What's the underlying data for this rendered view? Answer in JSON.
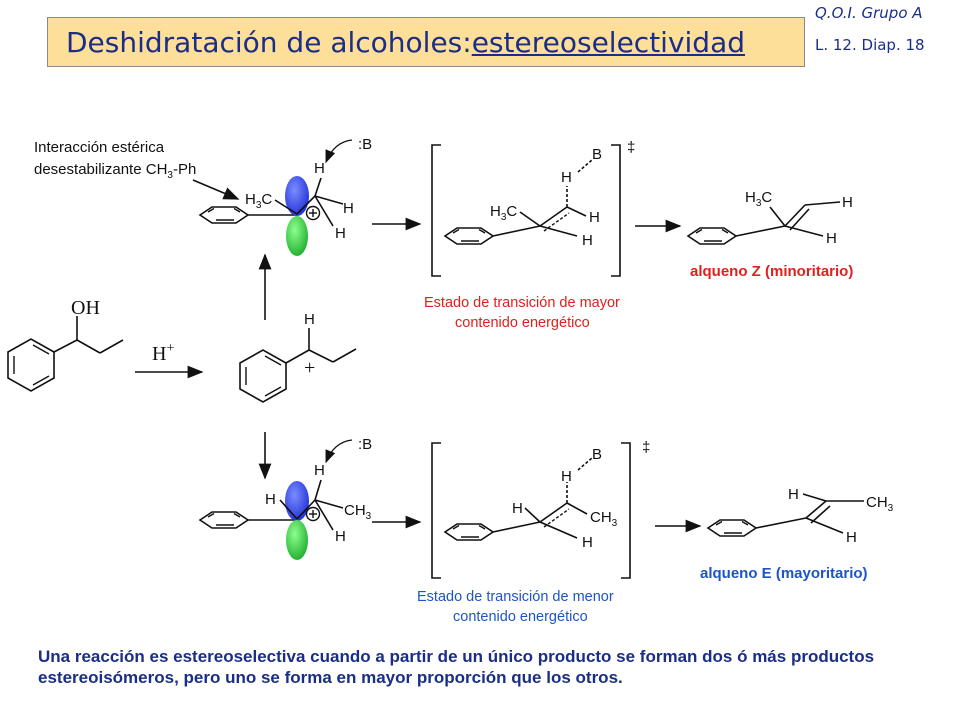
{
  "header": {
    "title_main": "Deshidratación de alcoholes:",
    "title_underlined": "estereoselectividad",
    "course": "Q.O.I. Grupo A",
    "slide": "L. 12. Diap.  18"
  },
  "annotation": {
    "line1": "Interacción estérica",
    "line2": "desestabilizante CH",
    "line2_sub": "3",
    "line2_tail": "-Ph"
  },
  "reagent": {
    "proton": "H",
    "charge": "+"
  },
  "alcohol": {
    "oh": "OH"
  },
  "carbocation": {
    "h": "H",
    "plus": "+"
  },
  "labels": {
    "base": ":B",
    "base_ts": "B",
    "dagger": "‡",
    "h": "H",
    "h3c": "H",
    "h3c_sub": "3",
    "h3c_tail": "C",
    "ch3": "CH",
    "ch3_sub": "3"
  },
  "top_path": {
    "ts_line1": "Estado de transición de mayor",
    "ts_line2": "contenido energético",
    "product": "alqueno Z (minoritario)"
  },
  "bottom_path": {
    "ts_line1": "Estado de transición de menor",
    "ts_line2": "contenido energético",
    "product": "alqueno E (mayoritario)"
  },
  "footnote": "Una reacción es estereoselectiva cuando a partir de un único producto se forman dos ó más productos estereoisómeros, pero uno se forma en mayor proporción que los otros.",
  "colors": {
    "title_bg": "#fedf9a",
    "title_text": "#1b2e86",
    "red": "#e0201c",
    "blue": "#1d55c8",
    "lobe_blue": "#2a3fe0",
    "lobe_green": "#27c23c"
  }
}
